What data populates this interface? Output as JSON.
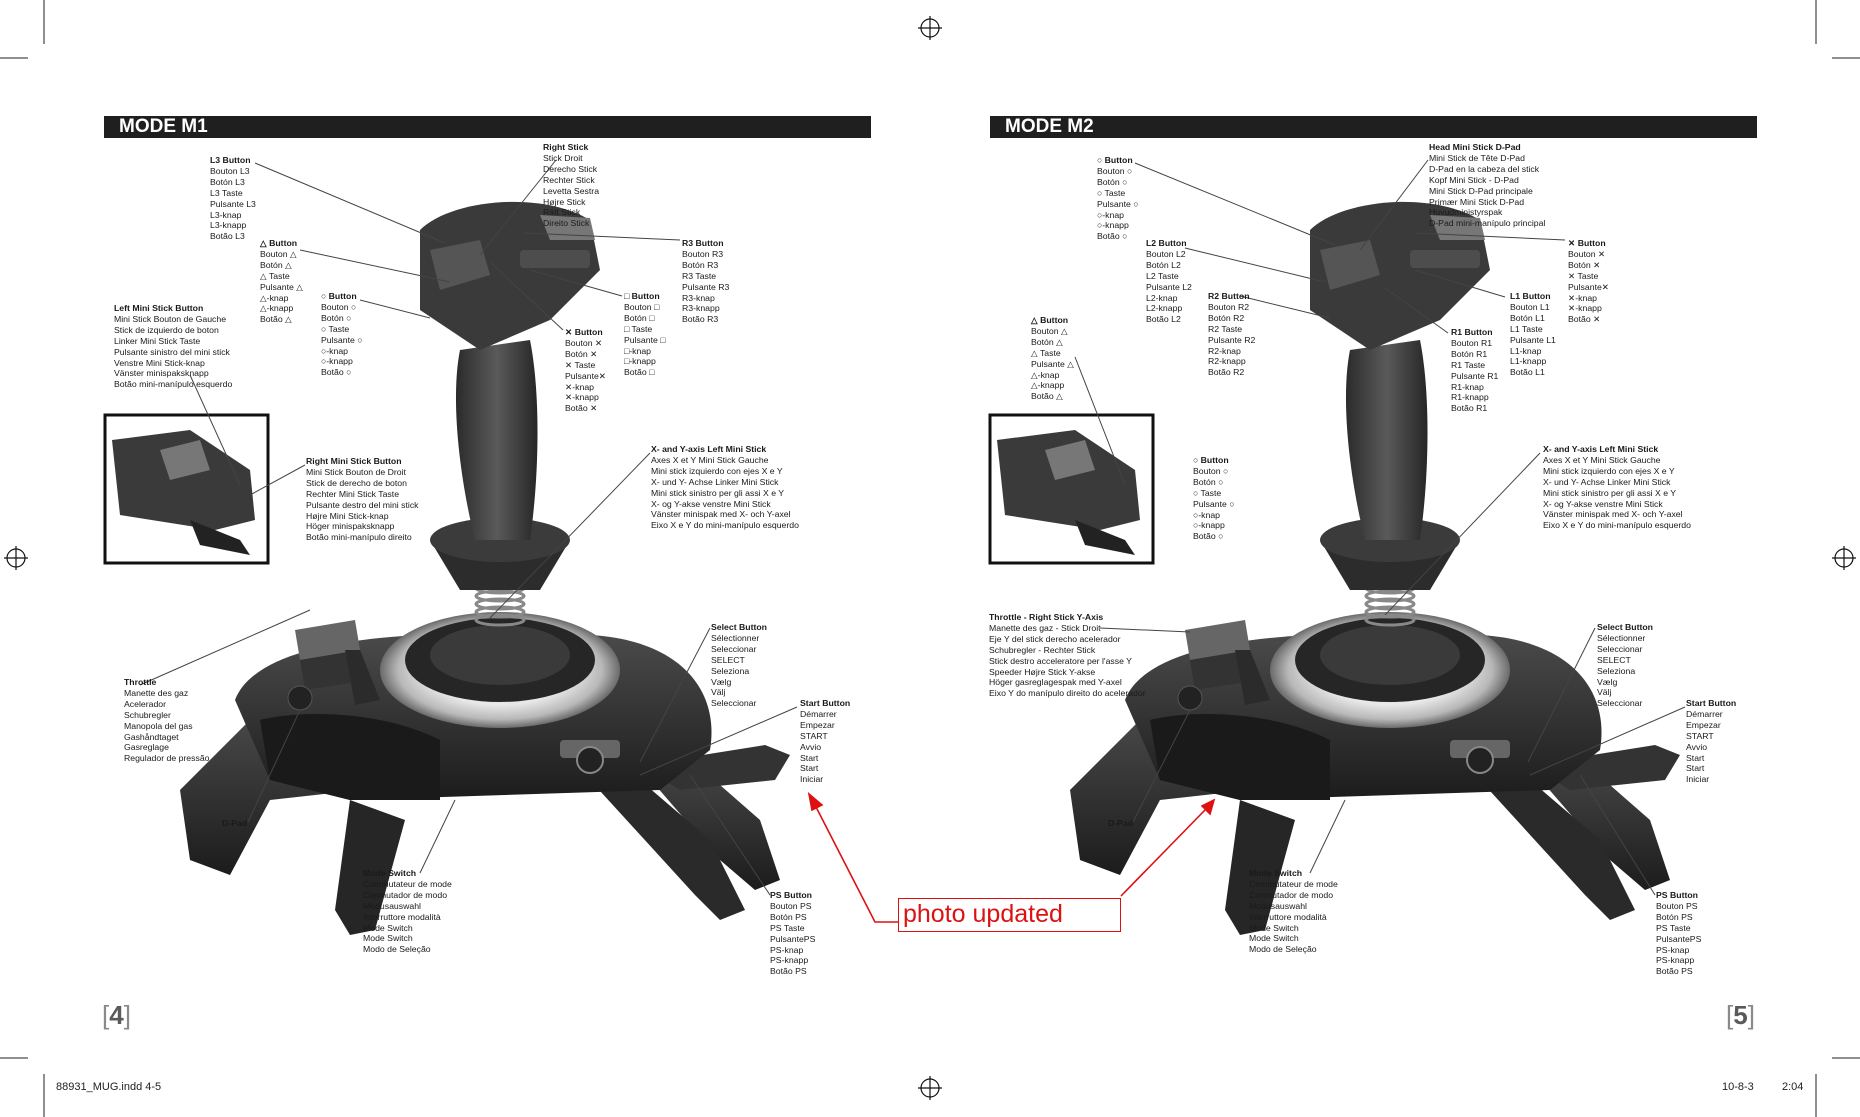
{
  "pages": [
    {
      "header": "MODE M1",
      "page_number": "4",
      "labels": [
        {
          "id": "l3",
          "title": "L3 Button",
          "lines": [
            "Bouton L3",
            "Botón L3",
            "L3 Taste",
            "Pulsante L3",
            "L3-knap",
            "L3-knapp",
            "Botão L3"
          ]
        },
        {
          "id": "right-stick",
          "title": "Right Stick",
          "lines": [
            "Stick Droit",
            "Derecho Stick",
            "Rechter Stick",
            "Levetta Sestra",
            "Højre Stick",
            "Rätt Stick",
            "Direito Stick"
          ]
        },
        {
          "id": "triangle",
          "title": "△ Button",
          "lines": [
            "Bouton △",
            "Botón △",
            "△ Taste",
            "Pulsante △",
            "△-knap",
            "△-knapp",
            "Botão △"
          ]
        },
        {
          "id": "r3",
          "title": "R3 Button",
          "lines": [
            "Bouton R3",
            "Botón R3",
            "R3 Taste",
            "Pulsante R3",
            "R3-knap",
            "R3-knapp",
            "Botão R3"
          ]
        },
        {
          "id": "circle",
          "title": "○ Button",
          "lines": [
            "Bouton ○",
            "Botón ○",
            "○ Taste",
            "Pulsante ○",
            "○-knap",
            "○-knapp",
            "Botão ○"
          ]
        },
        {
          "id": "square",
          "title": "□ Button",
          "lines": [
            "Bouton □",
            "Botón □",
            "□ Taste",
            "Pulsante □",
            "□-knap",
            "□-knapp",
            "Botão □"
          ]
        },
        {
          "id": "cross",
          "title": "✕ Button",
          "lines": [
            "Bouton ✕",
            "Botón ✕",
            "✕ Taste",
            "Pulsante✕",
            "✕-knap",
            "✕-knapp",
            "Botão ✕"
          ]
        },
        {
          "id": "left-mini",
          "title": "Left Mini Stick Button",
          "lines": [
            "Mini Stick Bouton de Gauche",
            "Stick de izquierdo de boton",
            "Linker Mini Stick Taste",
            "Pulsante sinistro del mini stick",
            "Venstre Mini Stick-knap",
            "Vänster minispaksknapp",
            "Botão mini-manípulo esquerdo"
          ]
        },
        {
          "id": "xy-left",
          "title": "X- and Y-axis Left Mini Stick",
          "lines": [
            "Axes X et Y Mini Stick Gauche",
            "Mini stick izquierdo con ejes X e Y",
            "X- und Y- Achse Linker Mini Stick",
            "Mini stick sinistro per gli assi X e Y",
            "X- og Y-akse venstre Mini Stick",
            "Vänster minispak med X- och Y-axel",
            "Eixo X e Y do mini-manípulo esquerdo"
          ]
        },
        {
          "id": "right-mini",
          "title": "Right Mini Stick Button",
          "lines": [
            "Mini Stick Bouton de Droit",
            "Stick de derecho de boton",
            "Rechter Mini Stick Taste",
            "Pulsante destro del mini stick",
            "Højre Mini Stick-knap",
            "Höger minispaksknapp",
            "Botão mini-manípulo direito"
          ]
        },
        {
          "id": "select",
          "title": "Select Button",
          "lines": [
            "Sélectionner",
            "Seleccionar",
            "SELECT",
            "Seleziona",
            "Vælg",
            "Välj",
            "Seleccionar"
          ]
        },
        {
          "id": "throttle",
          "title": "Throttle",
          "lines": [
            "Manette des gaz",
            "Acelerador",
            "Schubregler",
            "Manopola del gas",
            "Gashåndtaget",
            "Gasreglage",
            "Regulador de pressão"
          ]
        },
        {
          "id": "start",
          "title": "Start Button",
          "lines": [
            "Démarrer",
            "Empezar",
            "START",
            "Avvio",
            "Start",
            "Start",
            "Iniciar"
          ]
        },
        {
          "id": "dpad",
          "title": "D-Pad",
          "lines": []
        },
        {
          "id": "mode",
          "title": "Mode Switch",
          "lines": [
            "Commutateur de mode",
            "Conmutador de modo",
            "Modusauswahl",
            "Interruttore modalità",
            "Mode Switch",
            "Mode Switch",
            "Modo de Seleção"
          ]
        },
        {
          "id": "ps",
          "title": "PS Button",
          "lines": [
            "Bouton PS",
            "Botón PS",
            "PS Taste",
            "PulsantePS",
            "PS-knap",
            "PS-knapp",
            "Botão PS"
          ]
        }
      ]
    },
    {
      "header": "MODE M2",
      "page_number": "5",
      "labels": [
        {
          "id": "circle",
          "title": "○ Button",
          "lines": [
            "Bouton ○",
            "Botón ○",
            "○ Taste",
            "Pulsante ○",
            "○-knap",
            "○-knapp",
            "Botão ○"
          ]
        },
        {
          "id": "head-dpad",
          "title": "Head Mini Stick D-Pad",
          "lines": [
            "Mini Stick de Tête D-Pad",
            "D-Pad en la cabeza del stick",
            "Kopf Mini Stick - D-Pad",
            "Mini Stick D-Pad principale",
            "Primær Mini Stick D-Pad",
            "Huvudministyrspak",
            "D-Pad mini-manípulo principal"
          ]
        },
        {
          "id": "l2",
          "title": "L2 Button",
          "lines": [
            "Bouton L2",
            "Botón L2",
            "L2 Taste",
            "Pulsante L2",
            "L2-knap",
            "L2-knapp",
            "Botão L2"
          ]
        },
        {
          "id": "cross",
          "title": "✕ Button",
          "lines": [
            "Bouton ✕",
            "Botón ✕",
            "✕ Taste",
            "Pulsante✕",
            "✕-knap",
            "✕-knapp",
            "Botão ✕"
          ]
        },
        {
          "id": "r2",
          "title": "R2 Button",
          "lines": [
            "Bouton R2",
            "Botón R2",
            "R2 Taste",
            "Pulsante R2",
            "R2-knap",
            "R2-knapp",
            "Botão R2"
          ]
        },
        {
          "id": "l1",
          "title": "L1 Button",
          "lines": [
            "Bouton L1",
            "Botón L1",
            "L1 Taste",
            "Pulsante L1",
            "L1-knap",
            "L1-knapp",
            "Botão L1"
          ]
        },
        {
          "id": "triangle",
          "title": "△ Button",
          "lines": [
            "Bouton △",
            "Botón △",
            "△ Taste",
            "Pulsante △",
            "△-knap",
            "△-knapp",
            "Botão △"
          ]
        },
        {
          "id": "r1",
          "title": "R1 Button",
          "lines": [
            "Bouton R1",
            "Botón R1",
            "R1 Taste",
            "Pulsante R1",
            "R1-knap",
            "R1-knapp",
            "Botão R1"
          ]
        },
        {
          "id": "circle2",
          "title": "○ Button",
          "lines": [
            "Bouton ○",
            "Botón ○",
            "○ Taste",
            "Pulsante ○",
            "○-knap",
            "○-knapp",
            "Botão ○"
          ]
        },
        {
          "id": "xy-left",
          "title": "X- and Y-axis Left Mini Stick",
          "lines": [
            "Axes X et Y Mini Stick Gauche",
            "Mini stick izquierdo con ejes X e Y",
            "X- und Y- Achse Linker Mini Stick",
            "Mini stick sinistro per gli assi X e Y",
            "X- og Y-akse venstre Mini Stick",
            "Vänster minispak med X- och Y-axel",
            "Eixo X e Y do mini-manípulo esquerdo"
          ]
        },
        {
          "id": "throttle-y",
          "title": "Throttle - Right Stick Y-Axis",
          "lines": [
            "Manette des gaz - Stick Droit",
            "Eje Y del stick derecho acelerador",
            "Schubregler - Rechter Stick",
            "Stick destro acceleratore per l'asse Y",
            "Speeder Højre Stick Y-akse",
            "Höger gasreglagespak med Y-axel",
            "Eixo Y do manípulo direito do acelerador"
          ]
        },
        {
          "id": "select",
          "title": "Select Button",
          "lines": [
            "Sélectionner",
            "Seleccionar",
            "SELECT",
            "Seleziona",
            "Vælg",
            "Välj",
            "Seleccionar"
          ]
        },
        {
          "id": "start",
          "title": "Start Button",
          "lines": [
            "Démarrer",
            "Empezar",
            "START",
            "Avvio",
            "Start",
            "Start",
            "Iniciar"
          ]
        },
        {
          "id": "dpad",
          "title": "D-Pad",
          "lines": []
        },
        {
          "id": "mode",
          "title": "Mode Switch",
          "lines": [
            "Commutateur de mode",
            "Conmutador de modo",
            "Modusauswahl",
            "Interruttore modalità",
            "Mode Switch",
            "Mode Switch",
            "Modo de Seleção"
          ]
        },
        {
          "id": "ps",
          "title": "PS Button",
          "lines": [
            "Bouton PS",
            "Botón PS",
            "PS Taste",
            "PulsantePS",
            "PS-knap",
            "PS-knapp",
            "Botão PS"
          ]
        }
      ]
    }
  ],
  "annotation": "photo updated",
  "footer": {
    "file": "88931_MUG.indd   4-5",
    "date": "10-8-3",
    "time": "2:04"
  }
}
